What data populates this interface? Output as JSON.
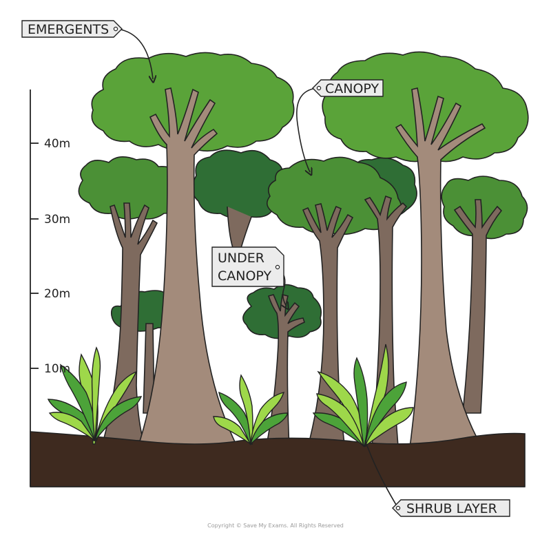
{
  "labels": {
    "emergents": "EMERGENTS",
    "canopy": "CANOPY",
    "under_canopy_line1": "UNDER",
    "under_canopy_line2": "CANOPY",
    "shrub_layer": "SHRUB LAYER"
  },
  "axis": {
    "ticks": [
      "40m",
      "30m",
      "20m",
      "10m"
    ]
  },
  "copyright": "Copyright © Save My Exams. All Rights Reserved",
  "colors": {
    "soil": "#3e2a1f",
    "emergent_leaf": "#5aa339",
    "canopy_leaf": "#4b9036",
    "dark_leaf": "#2f6e35",
    "trunk_light": "#a38b7b",
    "trunk_dark": "#7e6a5e",
    "shrub_light": "#9ed84a",
    "shrub_dark": "#4ca339",
    "tag_fill": "#ececec"
  }
}
